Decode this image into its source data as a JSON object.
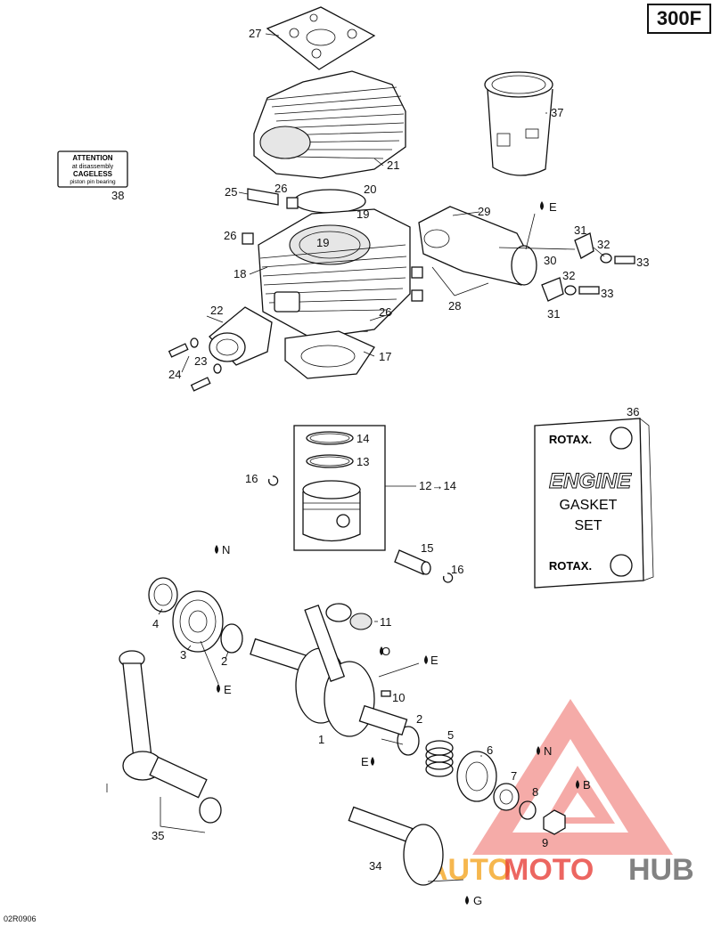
{
  "model_badge": "300F",
  "diagram_code": "02R0906",
  "attention_sticker": {
    "line1": "ATTENTION",
    "line2": "at disassembly",
    "line3": "CAGELESS",
    "line4": "piston pin bearing"
  },
  "gasket_set": {
    "brand": "ROTAX.",
    "line1": "ENGINE",
    "line2": "GASKET",
    "line3": "SET"
  },
  "callouts": [
    {
      "id": "c27",
      "text": "27"
    },
    {
      "id": "c37",
      "text": "37"
    },
    {
      "id": "c21",
      "text": "21"
    },
    {
      "id": "c38",
      "text": "38"
    },
    {
      "id": "c25",
      "text": "25"
    },
    {
      "id": "c26a",
      "text": "26"
    },
    {
      "id": "c20",
      "text": "20"
    },
    {
      "id": "c19a",
      "text": "19"
    },
    {
      "id": "c29",
      "text": "29"
    },
    {
      "id": "cEa",
      "text": "E"
    },
    {
      "id": "c26b",
      "text": "26"
    },
    {
      "id": "c19b",
      "text": "19"
    },
    {
      "id": "c31a",
      "text": "31"
    },
    {
      "id": "c32a",
      "text": "32"
    },
    {
      "id": "c33a",
      "text": "33"
    },
    {
      "id": "c18",
      "text": "18"
    },
    {
      "id": "c30",
      "text": "30"
    },
    {
      "id": "c32b",
      "text": "32"
    },
    {
      "id": "c33b",
      "text": "33"
    },
    {
      "id": "c28",
      "text": "28"
    },
    {
      "id": "c31b",
      "text": "31"
    },
    {
      "id": "c22",
      "text": "22"
    },
    {
      "id": "c26c",
      "text": "26"
    },
    {
      "id": "c17",
      "text": "17"
    },
    {
      "id": "c23",
      "text": "23"
    },
    {
      "id": "c24",
      "text": "24"
    },
    {
      "id": "c36",
      "text": "36"
    },
    {
      "id": "c14",
      "text": "14"
    },
    {
      "id": "c13",
      "text": "13"
    },
    {
      "id": "c16a",
      "text": "16"
    },
    {
      "id": "c12",
      "text": "12→14"
    },
    {
      "id": "cNa",
      "text": "N"
    },
    {
      "id": "c15",
      "text": "15"
    },
    {
      "id": "c16b",
      "text": "16"
    },
    {
      "id": "c4",
      "text": "4"
    },
    {
      "id": "c11",
      "text": "11"
    },
    {
      "id": "c3",
      "text": "3"
    },
    {
      "id": "c2a",
      "text": "2"
    },
    {
      "id": "cO",
      "text": "O"
    },
    {
      "id": "cEb",
      "text": "E"
    },
    {
      "id": "cEc",
      "text": "E"
    },
    {
      "id": "c10",
      "text": "10"
    },
    {
      "id": "c2b",
      "text": "2"
    },
    {
      "id": "c5",
      "text": "5"
    },
    {
      "id": "c1",
      "text": "1"
    },
    {
      "id": "c6",
      "text": "6"
    },
    {
      "id": "cNb",
      "text": "N"
    },
    {
      "id": "c7",
      "text": "7"
    },
    {
      "id": "cEd",
      "text": "E"
    },
    {
      "id": "c8",
      "text": "8"
    },
    {
      "id": "cB",
      "text": "B"
    },
    {
      "id": "c9",
      "text": "9"
    },
    {
      "id": "c35",
      "text": "35"
    },
    {
      "id": "c34",
      "text": "34"
    },
    {
      "id": "cG",
      "text": "G"
    }
  ],
  "watermark": {
    "text_auto": "AUTO",
    "text_moto": "MOTO",
    "text_hub": "HUB",
    "color_red": "#e8403a",
    "color_orange": "#f5a623",
    "color_gray": "#6d6d6d"
  }
}
